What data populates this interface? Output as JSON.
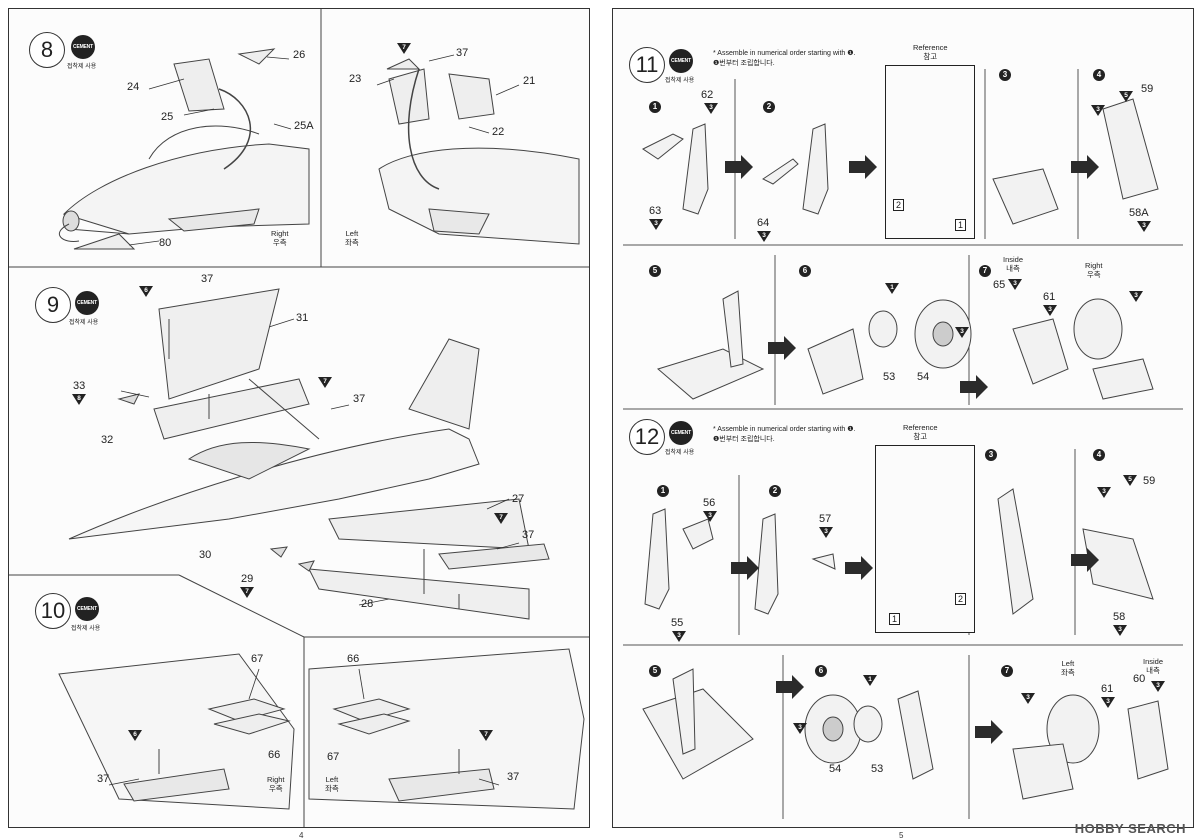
{
  "pages": {
    "left_number": "4",
    "right_number": "5"
  },
  "cement": {
    "badge": "CEMENT",
    "label": "접착제 사용"
  },
  "step8": {
    "number": "8",
    "parts": [
      "24",
      "26",
      "25",
      "25A",
      "80",
      "23",
      "37",
      "21",
      "22"
    ],
    "right": "Right",
    "right_ko": "우측",
    "left": "Left",
    "left_ko": "좌측"
  },
  "step9": {
    "number": "9",
    "parts": [
      "37",
      "31",
      "33",
      "32",
      "37",
      "27",
      "37",
      "30",
      "29",
      "28"
    ],
    "tri": [
      "6",
      "8",
      "7",
      "7",
      "7"
    ]
  },
  "step10": {
    "number": "10",
    "parts": [
      "67",
      "66",
      "37",
      "66",
      "67",
      "37"
    ],
    "tri": [
      "6",
      "7"
    ],
    "right": "Right",
    "right_ko": "우측",
    "left": "Left",
    "left_ko": "좌측"
  },
  "step11": {
    "number": "11",
    "note_en": "* Assemble in numerical order starting with ❶.",
    "note_ko": "❶번부터 조립합니다.",
    "reference": "Reference",
    "reference_ko": "참고",
    "parts": [
      "62",
      "63",
      "64",
      "59",
      "58A",
      "53",
      "54",
      "65",
      "61"
    ],
    "inside": "Inside",
    "inside_ko": "내측",
    "right": "Right",
    "right_ko": "우측",
    "subs": [
      "1",
      "2",
      "3",
      "4",
      "5",
      "6",
      "7"
    ],
    "boxes": [
      "2",
      "1"
    ],
    "tri": [
      "3",
      "3",
      "3",
      "3",
      "3",
      "5",
      "3",
      "1",
      "3",
      "3",
      "3"
    ]
  },
  "step12": {
    "number": "12",
    "note_en": "* Assemble in numerical order starting with ❶.",
    "note_ko": "❶번부터 조립합니다.",
    "reference": "Reference",
    "reference_ko": "참고",
    "parts": [
      "56",
      "57",
      "55",
      "59",
      "58",
      "54",
      "53",
      "61",
      "60"
    ],
    "left": "Left",
    "left_ko": "좌측",
    "inside": "Inside",
    "inside_ko": "내측",
    "subs": [
      "1",
      "2",
      "3",
      "4",
      "5",
      "6",
      "7"
    ],
    "boxes": [
      "1",
      "2"
    ],
    "tri": [
      "3",
      "3",
      "3",
      "3",
      "5",
      "3",
      "3",
      "1",
      "3",
      "3",
      "3"
    ]
  },
  "watermark": "HOBBY SEARCH"
}
